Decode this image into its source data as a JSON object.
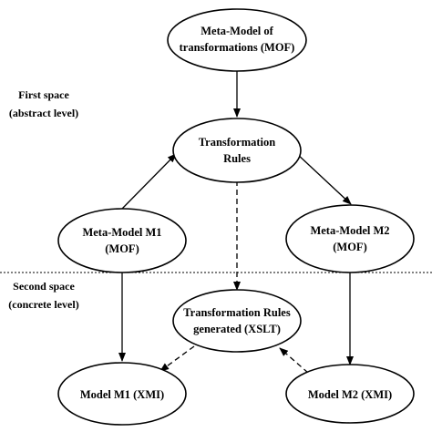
{
  "spaces": {
    "first": {
      "line1": "First space",
      "line2": "(abstract level)"
    },
    "second": {
      "line1": "Second space",
      "line2": "(concrete level)"
    }
  },
  "nodes": {
    "meta_model_transformations": {
      "line1": "Meta-Model of",
      "line2": "transformations (MOF)"
    },
    "transformation_rules": {
      "line1": "Transformation",
      "line2": "Rules"
    },
    "meta_model_m1": {
      "line1": "Meta-Model M1",
      "line2": "(MOF)"
    },
    "meta_model_m2": {
      "line1": "Meta-Model M2",
      "line2": "(MOF)"
    },
    "transformation_rules_generated": {
      "line1": "Transformation Rules",
      "line2": "generated (XSLT)"
    },
    "model_m1": {
      "line1": "Model M1 (XMI)"
    },
    "model_m2": {
      "line1": "Model M2 (XMI)"
    }
  },
  "edges": [
    {
      "from": "meta_model_transformations",
      "to": "transformation_rules",
      "style": "solid"
    },
    {
      "from": "meta_model_m1",
      "to": "transformation_rules",
      "style": "solid"
    },
    {
      "from": "transformation_rules",
      "to": "meta_model_m2",
      "style": "solid"
    },
    {
      "from": "transformation_rules",
      "to": "transformation_rules_generated",
      "style": "dashed"
    },
    {
      "from": "meta_model_m1",
      "to": "model_m1",
      "style": "solid"
    },
    {
      "from": "meta_model_m2",
      "to": "model_m2",
      "style": "solid"
    },
    {
      "from": "transformation_rules_generated",
      "to": "model_m1",
      "style": "dashed"
    },
    {
      "from": "model_m2",
      "to": "transformation_rules_generated",
      "style": "dashed"
    }
  ]
}
